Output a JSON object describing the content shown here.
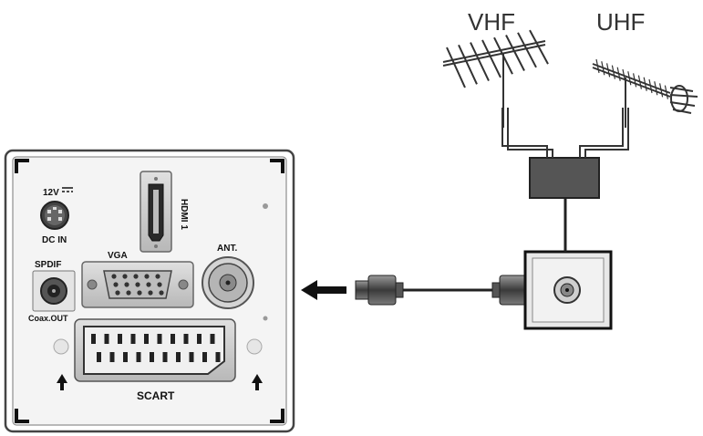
{
  "panel": {
    "dc_in": {
      "voltage": "12V",
      "label": "DC IN"
    },
    "hdmi": {
      "label": "HDMI 1"
    },
    "vga": {
      "label": "VGA"
    },
    "antenna": {
      "label": "ANT."
    },
    "spdif": {
      "label": "SPDIF",
      "sublabel": "Coax.OUT"
    },
    "scart": {
      "label": "SCART"
    }
  },
  "antennas": {
    "vhf": {
      "label": "VHF"
    },
    "uhf": {
      "label": "UHF"
    }
  },
  "colors": {
    "line": "#222222",
    "panel_fill": "#f2f2f2",
    "port_fill": "#cfcfcf",
    "splitter": "#555555",
    "wall_plate": "#e6e6e6"
  }
}
